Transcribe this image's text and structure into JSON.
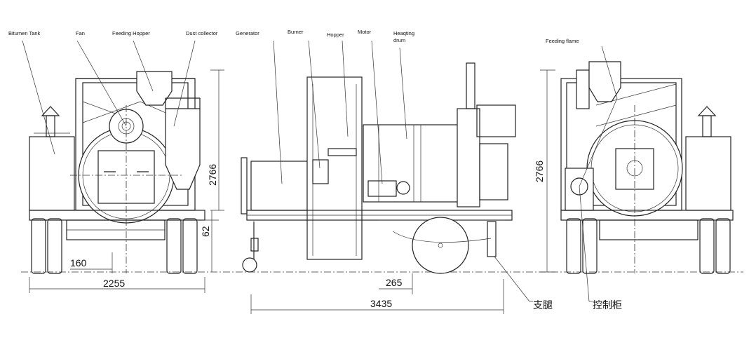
{
  "labels": {
    "bitumen_tank": "Bitumen Tank",
    "fan": "Fan",
    "feeding_hopper": "Feeding Hopper",
    "dust_collector": "Dust collector",
    "generator": "Generator",
    "burner": "Burner",
    "hopper": "Hopper",
    "motor": "Motor",
    "heating_drum_1": "Heaqting",
    "heating_drum_2": "drum",
    "feeding_flame": "Feeding flame",
    "support_leg": "支腿",
    "control_cabinet": "控制柜"
  },
  "dimensions": {
    "height_left": "2766",
    "height_right": "2766",
    "wheel_height": "62",
    "offset_160": "160",
    "width_front": "2255",
    "offset_265": "265",
    "length_side": "3435"
  }
}
